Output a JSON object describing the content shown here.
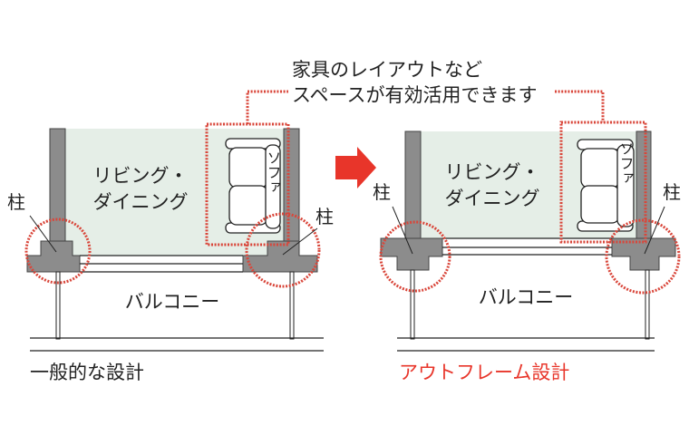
{
  "callout": {
    "line1": "家具のレイアウトなど",
    "line2": "スペースが有効活用できます"
  },
  "left_diagram": {
    "caption": "一般的な設計",
    "room_line1": "リビング・",
    "room_line2": "ダイニング",
    "sofa": "ソファ",
    "column_left": "柱",
    "column_right": "柱",
    "balcony": "バルコニー"
  },
  "right_diagram": {
    "caption": "アウトフレーム設計",
    "room_line1": "リビング・",
    "room_line2": "ダイニング",
    "sofa": "ソファ",
    "column_left": "柱",
    "column_right": "柱",
    "balcony": "バルコニー"
  },
  "colors": {
    "accent": "#e8352a",
    "dotted": "#d9463a",
    "wall": "#8c8c8c",
    "room": "#e5eee7"
  }
}
